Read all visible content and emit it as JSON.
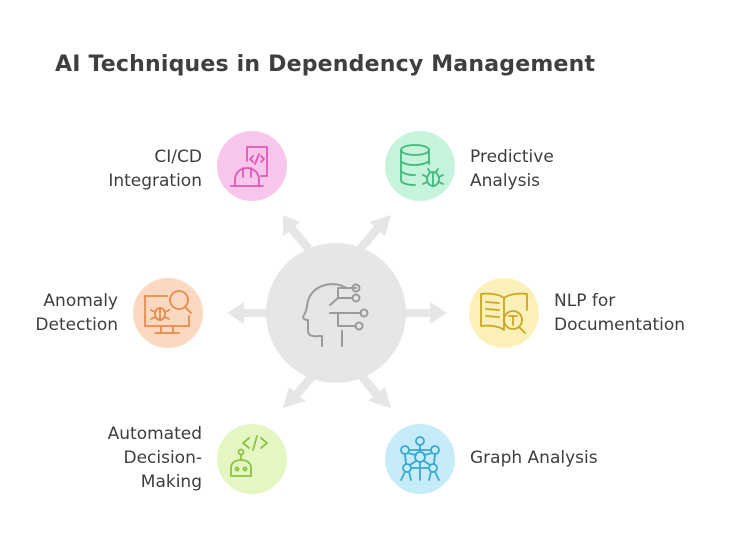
{
  "title": "AI Techniques in Dependency Management",
  "items": [
    {
      "line1": "CI/CD",
      "line2": "Integration",
      "icon": "hardhat-code-icon",
      "color": "#f8c6ea",
      "stroke": "#e256b8"
    },
    {
      "line1": "Predictive",
      "line2": "Analysis",
      "icon": "database-bug-icon",
      "color": "#c6f3dc",
      "stroke": "#3fb97a"
    },
    {
      "line1": "Anomaly",
      "line2": "Detection",
      "icon": "monitor-bug-search-icon",
      "color": "#fbd9c0",
      "stroke": "#e98a4c"
    },
    {
      "line1": "NLP for",
      "line2": "Documentation",
      "icon": "book-text-search-icon",
      "color": "#fbf1b8",
      "stroke": "#c9a626"
    },
    {
      "line1": "Automated",
      "line2": "Decision-",
      "line3": "Making",
      "icon": "robot-code-icon",
      "color": "#e4f7c2",
      "stroke": "#8cc23f"
    },
    {
      "line1": "Graph Analysis",
      "icon": "network-graph-icon",
      "color": "#c6ecf9",
      "stroke": "#3aa7cf"
    }
  ],
  "center": {
    "icon": "ai-head-circuit-icon",
    "color": "#e6e6e6"
  }
}
